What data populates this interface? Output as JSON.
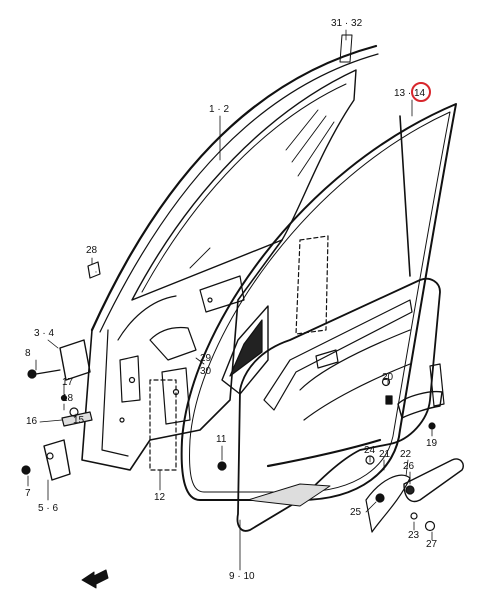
{
  "callouts": {
    "c31_32": "31 · 32",
    "c1_2": "1 · 2",
    "c13": "13 ·",
    "c14": "14",
    "c28": "28",
    "c3_4": "3 · 4",
    "c8": "8",
    "c17": "17",
    "c18": "18",
    "c16": "16",
    "c15": "15",
    "c7": "7",
    "c5_6": "5 · 6",
    "c29": "29",
    "c30": "30",
    "c11": "11",
    "c12": "12",
    "c9_10": "9 · 10",
    "c20": "20",
    "c19": "19",
    "c24": "24",
    "c21": "21",
    "c22": "22",
    "c26": "26",
    "c25": "25",
    "c23": "23",
    "c27": "27"
  },
  "colors": {
    "ink": "#111111",
    "highlight": "#d8262c"
  },
  "icons": {
    "front_arrow": "front-arrow-icon"
  }
}
